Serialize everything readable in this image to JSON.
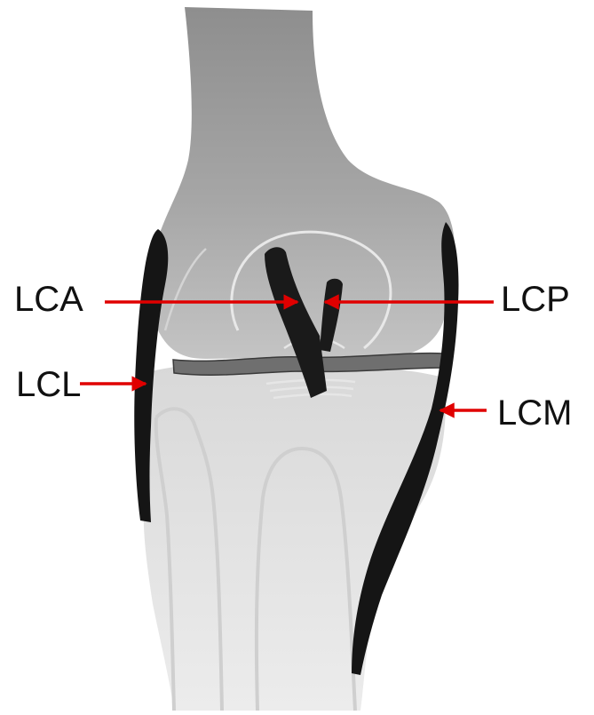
{
  "labels": {
    "lca": "LCA",
    "lcp": "LCP",
    "lcl": "LCL",
    "lcm": "LCM"
  },
  "colors": {
    "arrow": "#e00000",
    "femur": "#9a9a9a",
    "tibia": "#dcdcdc",
    "ligament": "#1a1a1a",
    "meniscus": "#6f6f6f"
  }
}
